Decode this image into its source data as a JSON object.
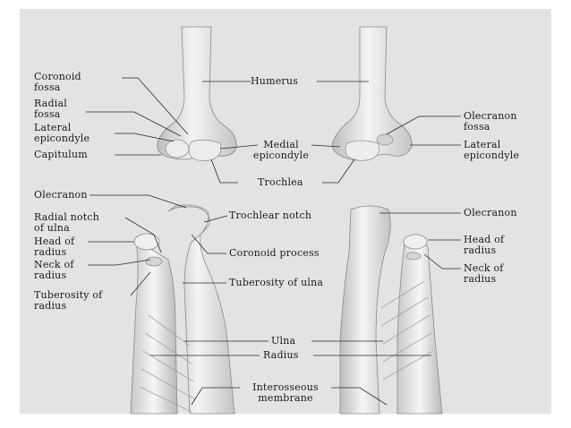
{
  "labels": {
    "humerus": "Humerus",
    "coronoid_fossa": "Coronoid\nfossa",
    "radial_fossa": "Radial\nfossa",
    "lateral_epicondyle_left": "Lateral\nepicondyle",
    "capitulum": "Capitulum",
    "medial_epicondyle": "Medial\nepicondyle",
    "trochlea": "Trochlea",
    "olecranon_fossa": "Olecranon\nfossa",
    "lateral_epicondyle_right": "Lateral\nepicondyle",
    "olecranon_left": "Olecranon",
    "radial_notch": "Radial notch\nof ulna",
    "head_of_radius_left": "Head of\nradius",
    "neck_of_radius_left": "Neck of\nradius",
    "tuberosity_of_radius": "Tuberosity of\nradius",
    "trochlear_notch": "Trochlear notch",
    "coronoid_process": "Coronoid process",
    "tuberosity_of_ulna": "Tuberosity of ulna",
    "olecranon_right": "Olecranon",
    "head_of_radius_right": "Head of\nradius",
    "neck_of_radius_right": "Neck of\nradius",
    "ulna": "Ulna",
    "radius": "Radius",
    "interosseous_membrane": "Interosseous\nmembrane"
  },
  "colors": {
    "background": "#e3e3e3",
    "bone": "#f2f2f2",
    "bone_shadow": "#b9b9b9",
    "leader": "#2a2a2a"
  }
}
